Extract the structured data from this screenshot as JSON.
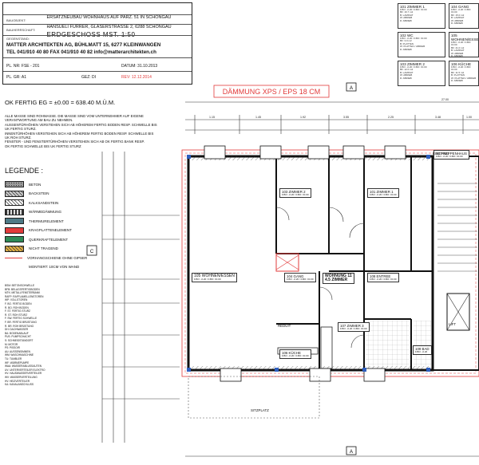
{
  "title_block": {
    "rows": [
      {
        "key": "BAUOBJEKT:",
        "value": "ERSATZNEUBAU WOHNHAUS AUF PARZ. 51 IN SCHONGAU"
      },
      {
        "key": "BAUHERRSCHAFT:",
        "value": "HANSUELI FURRER, GLASERSTRASSE 2, 6288 SCHONGAU"
      },
      {
        "key": "GEGENSTAND:",
        "value": "ERDGESCHOSS   MST. 1:50"
      }
    ],
    "company_line": "MATTER ARCHITEKTEN AG, BÜHLMATT 15, 6277 KLEINWANGEN",
    "contact_line": "TEL 041/910 40 80  FAX 041/910 40 82  info@matterarchitekten.ch",
    "plan_nr": "PL. NR:  FSE - 201",
    "datum": "DATUM:  31.10.2013",
    "plan_gr": "PL. GR:  A1",
    "gez": "GEZ:  DI",
    "rev": "REV: 12.12.2014"
  },
  "ok_fertig": "OK FERTIG EG = ±0.00 = 638.40 M.Ü.M.",
  "notes": [
    "ALLE MASSE SIND ROHMASSE.  DIE MASSE SIND VOM UNTERNEHMER AUF EIGENE",
    "VERANTWORTUNG AM BAU ZU NEHMEN.",
    "AUSSENTÜRHÖHEN VERSTEHEN SICH AB HÖHEREM FERTIG BODEN RESP. SCHWELLE BIS",
    "UK FERTIG STURZ.",
    "INNENTÜRHÖHEN VERSTEHEN SICH AB HÖHEREM FERTIG BODEN RESP. SCHWELLE BIS",
    "UK ROH STURZ.",
    "FENSTER - UND FENSTERTÜRHÖHEN VERSTEHEN SICH AB OK FERTIG BANK RESP.",
    "OK FERTIG SCHWELLE BIS UK FERTIG STURZ"
  ],
  "legend": {
    "title": "LEGENDE :",
    "items": [
      {
        "label": "BETON",
        "color": "#9a9a9a",
        "pattern": "dots"
      },
      {
        "label": "BACKSTEIN",
        "color": "#c9c9c9",
        "pattern": "hatch"
      },
      {
        "label": "KALKSANDSTEIN",
        "color": "#ffffff",
        "pattern": "hatch"
      },
      {
        "label": "WÄRMEDÄMMUNG",
        "color": "#8a8a8a",
        "pattern": "check"
      },
      {
        "label": "THERMURELEMENT",
        "color": "#4e7a86",
        "pattern": "solid"
      },
      {
        "label": "KRAGPLATTENELEMENT",
        "color": "#e23b3b",
        "pattern": "solid"
      },
      {
        "label": "QUERKRAFTELEMENT",
        "color": "#2e8b57",
        "pattern": "solid"
      },
      {
        "label": "NICHT TRAGEND",
        "color": "#e3b042",
        "pattern": "hatch"
      },
      {
        "label": "VORHANGSCHIENE OHNE GIPSER",
        "color": "#e23b3b",
        "pattern": "line"
      },
      {
        "label": "MONTIERT: 10CM VON WAND",
        "color": "",
        "pattern": "none"
      }
    ]
  },
  "abbreviations": [
    "BSM: BETONSCHWELLE",
    "BFB: BELAGSFERTIGBODEN",
    "MTK: METALLFENSTERBANK",
    "RAFP: RAFFLAMELLENSTOREN",
    "WP: VOLLSTOREN",
    "F. BO. FERTIG BODEN",
    "R. BO. ROH BODEN",
    "F. ST. FERTIG STURZ",
    "R. ST. ROH STURZ",
    "F. SW. FERTIG SCHWELLE",
    "F. BR. FERTIG BRÜSTUNG",
    "R. BR. ROH BRÜSTUNG",
    "DH: DACHWASSER",
    "BA: BODENABLAUF",
    "PUS: PUMPSCHACHT",
    "S: SCHNEIDSTANDORT",
    "M: MOTOR",
    "PS: PISSOIR",
    "AU: AUSSENSIMMEN",
    "WM: WASCHMASCHINE",
    "TU: TUMBLER",
    "WF: WÄRMEPUMPE",
    "WAA: WASSERABLUSSAUTEN",
    "UV: UNTERVERTEILER ELEKTRO",
    "HV: HAUSWASSERVERTEILER",
    "WV: WASSERVERTEILUNG",
    "HV: HEIZVERTEILER",
    "KA: KANALANSCHLUSS"
  ],
  "room_boxes": [
    {
      "title": "101 ZIMMER 1",
      "lines": [
        "F.BO: -0.20 / F.BO: ±0.00",
        "BF: 16.7 m2",
        "B: LAMINAT",
        "W: ABRIEB",
        "D: ABRIEB"
      ]
    },
    {
      "title": "104 GANG",
      "lines": [
        "F.BO: -0.20 / F.BO: ±0.00",
        "BF: 15.0 m2",
        "B: LAMINAT",
        "W: ABRIEB",
        "D: ABRIEB"
      ]
    },
    {
      "title": "102 WC",
      "lines": [
        "F.BO: -0.20 / F.BO: ±0.00",
        "BF: 3.0 m2",
        "B: PLATTEN",
        "W: PLATTEN / ABRIEB",
        "D: ABRIEB"
      ]
    },
    {
      "title": "105 WOHNEN/ESSEN",
      "lines": [
        "F.BO: -0.20 / F.BO: ±0.00",
        "BF: 41.0 m2",
        "B: LAMINAT",
        "W: ABRIEB",
        "D: ABRIEB"
      ]
    },
    {
      "title": "103 ZIMMER 2",
      "lines": [
        "F.BO: -0.20 / F.BO: ±0.00",
        "BF: 12.0 m2",
        "B: LAMINAT",
        "W: ABRIEB",
        "D: ABRIEB"
      ]
    },
    {
      "title": "106 KÜCHE",
      "lines": [
        "F.BO: -0.20 / F.BO: ±0.00",
        "BF: 11.5 m2",
        "B: PLATTEN",
        "W: PLATTEN / ABRIEB",
        "D: ABRIEB"
      ]
    }
  ],
  "plan": {
    "insulation_label": "DÄMMUNG XPS / EPS 18 CM",
    "section_mark": "A",
    "dims_top": [
      "1.15",
      "1.45",
      "1.92",
      "3.55",
      "2.25",
      "3.48",
      "1.00",
      "27.00"
    ],
    "rooms": [
      {
        "title": "103 ZIMMER 2",
        "sub": "F.BO: -0.20 / F.BO: ±0.00"
      },
      {
        "title": "101 ZIMMER 1",
        "sub": "F.BO: -0.20 / F.BO: ±0.00"
      },
      {
        "title": "105 WOHNEN/ESSEN",
        "sub": "F.BO: -0.20 / F.BO: ±0.00"
      },
      {
        "title": "104 GANG",
        "sub": "F.BO: -0.20 / F.BO: ±0.00"
      },
      {
        "title": "WOHNUNG 11",
        "sub": "4.5 ZIMMER"
      },
      {
        "title": "108 ENTREE",
        "sub": "F.BO: -0.20 / F.BO: ±0.00"
      },
      {
        "title": "107 ZIMMER 3",
        "sub": "F.BO: -0.20 / F.BO: ±0.00"
      },
      {
        "title": "106 KÜCHE",
        "sub": "F.BO: -0.20 / F.BO: ±0.00"
      },
      {
        "title": "109 BAD",
        "sub": "F.BO: -0.20"
      },
      {
        "title": "20 TREPPENHAUS",
        "sub": "F.BO: -0.20 / F.BO: ±0.00"
      },
      {
        "title": "EINGANG",
        "sub": ""
      },
      {
        "title": "LIFT",
        "sub": ""
      },
      {
        "title": "SITZPLATZ",
        "sub": ""
      },
      {
        "title": "REDUIT",
        "sub": ""
      }
    ]
  }
}
